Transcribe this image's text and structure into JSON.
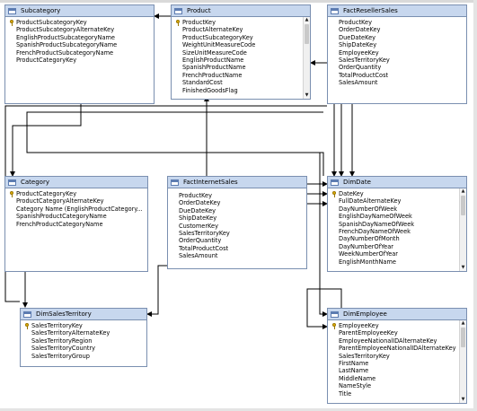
{
  "tables": {
    "subcategory": {
      "title": "Subcategory",
      "columns": [
        {
          "name": "ProductSubcategoryKey",
          "key": true
        },
        {
          "name": "ProductSubcategoryAlternateKey"
        },
        {
          "name": "EnglishProductSubcategoryName"
        },
        {
          "name": "SpanishProductSubcategoryName"
        },
        {
          "name": "FrenchProductSubcategoryName"
        },
        {
          "name": "ProductCategoryKey"
        }
      ]
    },
    "product": {
      "title": "Product",
      "columns": [
        {
          "name": "ProductKey",
          "key": true
        },
        {
          "name": "ProductAlternateKey"
        },
        {
          "name": "ProductSubcategoryKey"
        },
        {
          "name": "WeightUnitMeasureCode"
        },
        {
          "name": "SizeUnitMeasureCode"
        },
        {
          "name": "EnglishProductName"
        },
        {
          "name": "SpanishProductName"
        },
        {
          "name": "FrenchProductName"
        },
        {
          "name": "StandardCost"
        },
        {
          "name": "FinishedGoodsFlag"
        }
      ],
      "scroll_up": "▲",
      "scroll_down": "▼"
    },
    "factresellersales": {
      "title": "FactResellerSales",
      "columns": [
        {
          "name": "ProductKey"
        },
        {
          "name": "OrderDateKey"
        },
        {
          "name": "DueDateKey"
        },
        {
          "name": "ShipDateKey"
        },
        {
          "name": "EmployeeKey"
        },
        {
          "name": "SalesTerritoryKey"
        },
        {
          "name": "OrderQuantity"
        },
        {
          "name": "TotalProductCost"
        },
        {
          "name": "SalesAmount"
        }
      ]
    },
    "category": {
      "title": "Category",
      "columns": [
        {
          "name": "ProductCategoryKey",
          "key": true
        },
        {
          "name": "ProductCategoryAlternateKey"
        },
        {
          "name": "Category Name (EnglishProductCategory..."
        },
        {
          "name": "SpanishProductCategoryName"
        },
        {
          "name": "FrenchProductCategoryName"
        }
      ]
    },
    "factinternetsales": {
      "title": "FactInternetSales",
      "columns": [
        {
          "name": "ProductKey"
        },
        {
          "name": "OrderDateKey"
        },
        {
          "name": "DueDateKey"
        },
        {
          "name": "ShipDateKey"
        },
        {
          "name": "CustomerKey"
        },
        {
          "name": "SalesTerritoryKey"
        },
        {
          "name": "OrderQuantity"
        },
        {
          "name": "TotalProductCost"
        },
        {
          "name": "SalesAmount"
        }
      ]
    },
    "dimdate": {
      "title": "DimDate",
      "columns": [
        {
          "name": "DateKey",
          "key": true
        },
        {
          "name": "FullDateAlternateKey"
        },
        {
          "name": "DayNumberOfWeek"
        },
        {
          "name": "EnglishDayNameOfWeek"
        },
        {
          "name": "SpanishDayNameOfWeek"
        },
        {
          "name": "FrenchDayNameOfWeek"
        },
        {
          "name": "DayNumberOfMonth"
        },
        {
          "name": "DayNumberOfYear"
        },
        {
          "name": "WeekNumberOfYear"
        },
        {
          "name": "EnglishMonthName"
        }
      ],
      "scroll_up": "▲",
      "scroll_down": "▼"
    },
    "dimsalesterritory": {
      "title": "DimSalesTerritory",
      "columns": [
        {
          "name": "SalesTerritoryKey",
          "key": true
        },
        {
          "name": "SalesTerritoryAlternateKey"
        },
        {
          "name": "SalesTerritoryRegion"
        },
        {
          "name": "SalesTerritoryCountry"
        },
        {
          "name": "SalesTerritoryGroup"
        }
      ]
    },
    "dimemployee": {
      "title": "DimEmployee",
      "columns": [
        {
          "name": "EmployeeKey",
          "key": true
        },
        {
          "name": "ParentEmployeeKey"
        },
        {
          "name": "EmployeeNationalIDAlternateKey"
        },
        {
          "name": "ParentEmployeeNationalIDAlternateKey"
        },
        {
          "name": "SalesTerritoryKey"
        },
        {
          "name": "FirstName"
        },
        {
          "name": "LastName"
        },
        {
          "name": "MiddleName"
        },
        {
          "name": "NameStyle"
        },
        {
          "name": "Title"
        }
      ],
      "scroll_up": "▲",
      "scroll_down": "▼"
    }
  },
  "colors": {
    "header_bg": "#c7d7ee",
    "border": "#7a8fb0",
    "key_icon": "#e6b400",
    "connector": "#000000"
  }
}
